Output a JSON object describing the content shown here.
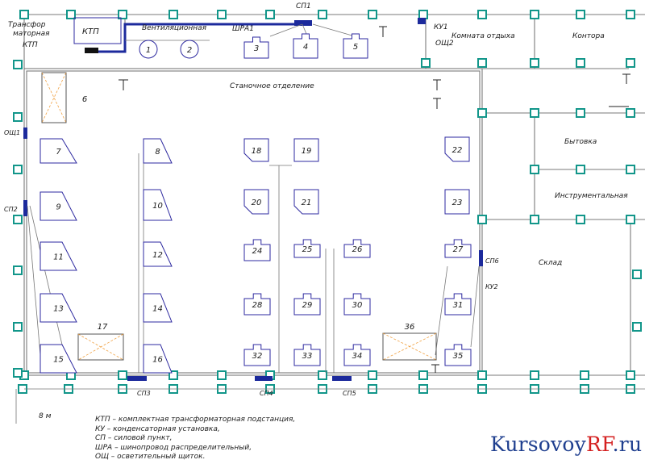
{
  "labels": {
    "transformer": "Трансфор\nматорная\nКТП",
    "ktp": "КТП",
    "ventilation": "Вентиляционная",
    "shra1": "ШРА1",
    "sp1": "СП1",
    "ku1": "КУ1",
    "osch2": "ОЩ2",
    "osch1": "ОЩ1",
    "room_staff": "Комната отдыха",
    "office": "Контора",
    "hall": "Станочное отделение",
    "domestic": "Бытовка",
    "tool": "Инструментальная",
    "sp2": "СП2",
    "sp3": "СП3",
    "sp4": "СП4",
    "sp5": "СП5",
    "sp6": "СП6",
    "ku2": "КУ2",
    "warehouse": "Склад",
    "scale": "8 м"
  },
  "equipment_numbers": [
    "1",
    "2",
    "3",
    "4",
    "5",
    "6",
    "7",
    "8",
    "9",
    "10",
    "11",
    "12",
    "13",
    "14",
    "15",
    "16",
    "17",
    "18",
    "19",
    "20",
    "21",
    "22",
    "23",
    "24",
    "25",
    "26",
    "27",
    "28",
    "29",
    "30",
    "31",
    "32",
    "33",
    "34",
    "35",
    "36"
  ],
  "legend": [
    "КТП – комплектная трансформаторная подстанция,",
    "КУ – конденсаторная установка,",
    "СП – силовой пункт,",
    "ШРА – шинопровод распределительный,",
    "ОЩ – осветительный щиток."
  ],
  "watermark": {
    "part1": "Kursovoy",
    "part2": "RF",
    "part3": ".ru"
  },
  "colors": {
    "column": "#12968a",
    "wall": "#7a7a7a",
    "equip": "#2e2aa0",
    "bus": "#1c2a9c"
  }
}
